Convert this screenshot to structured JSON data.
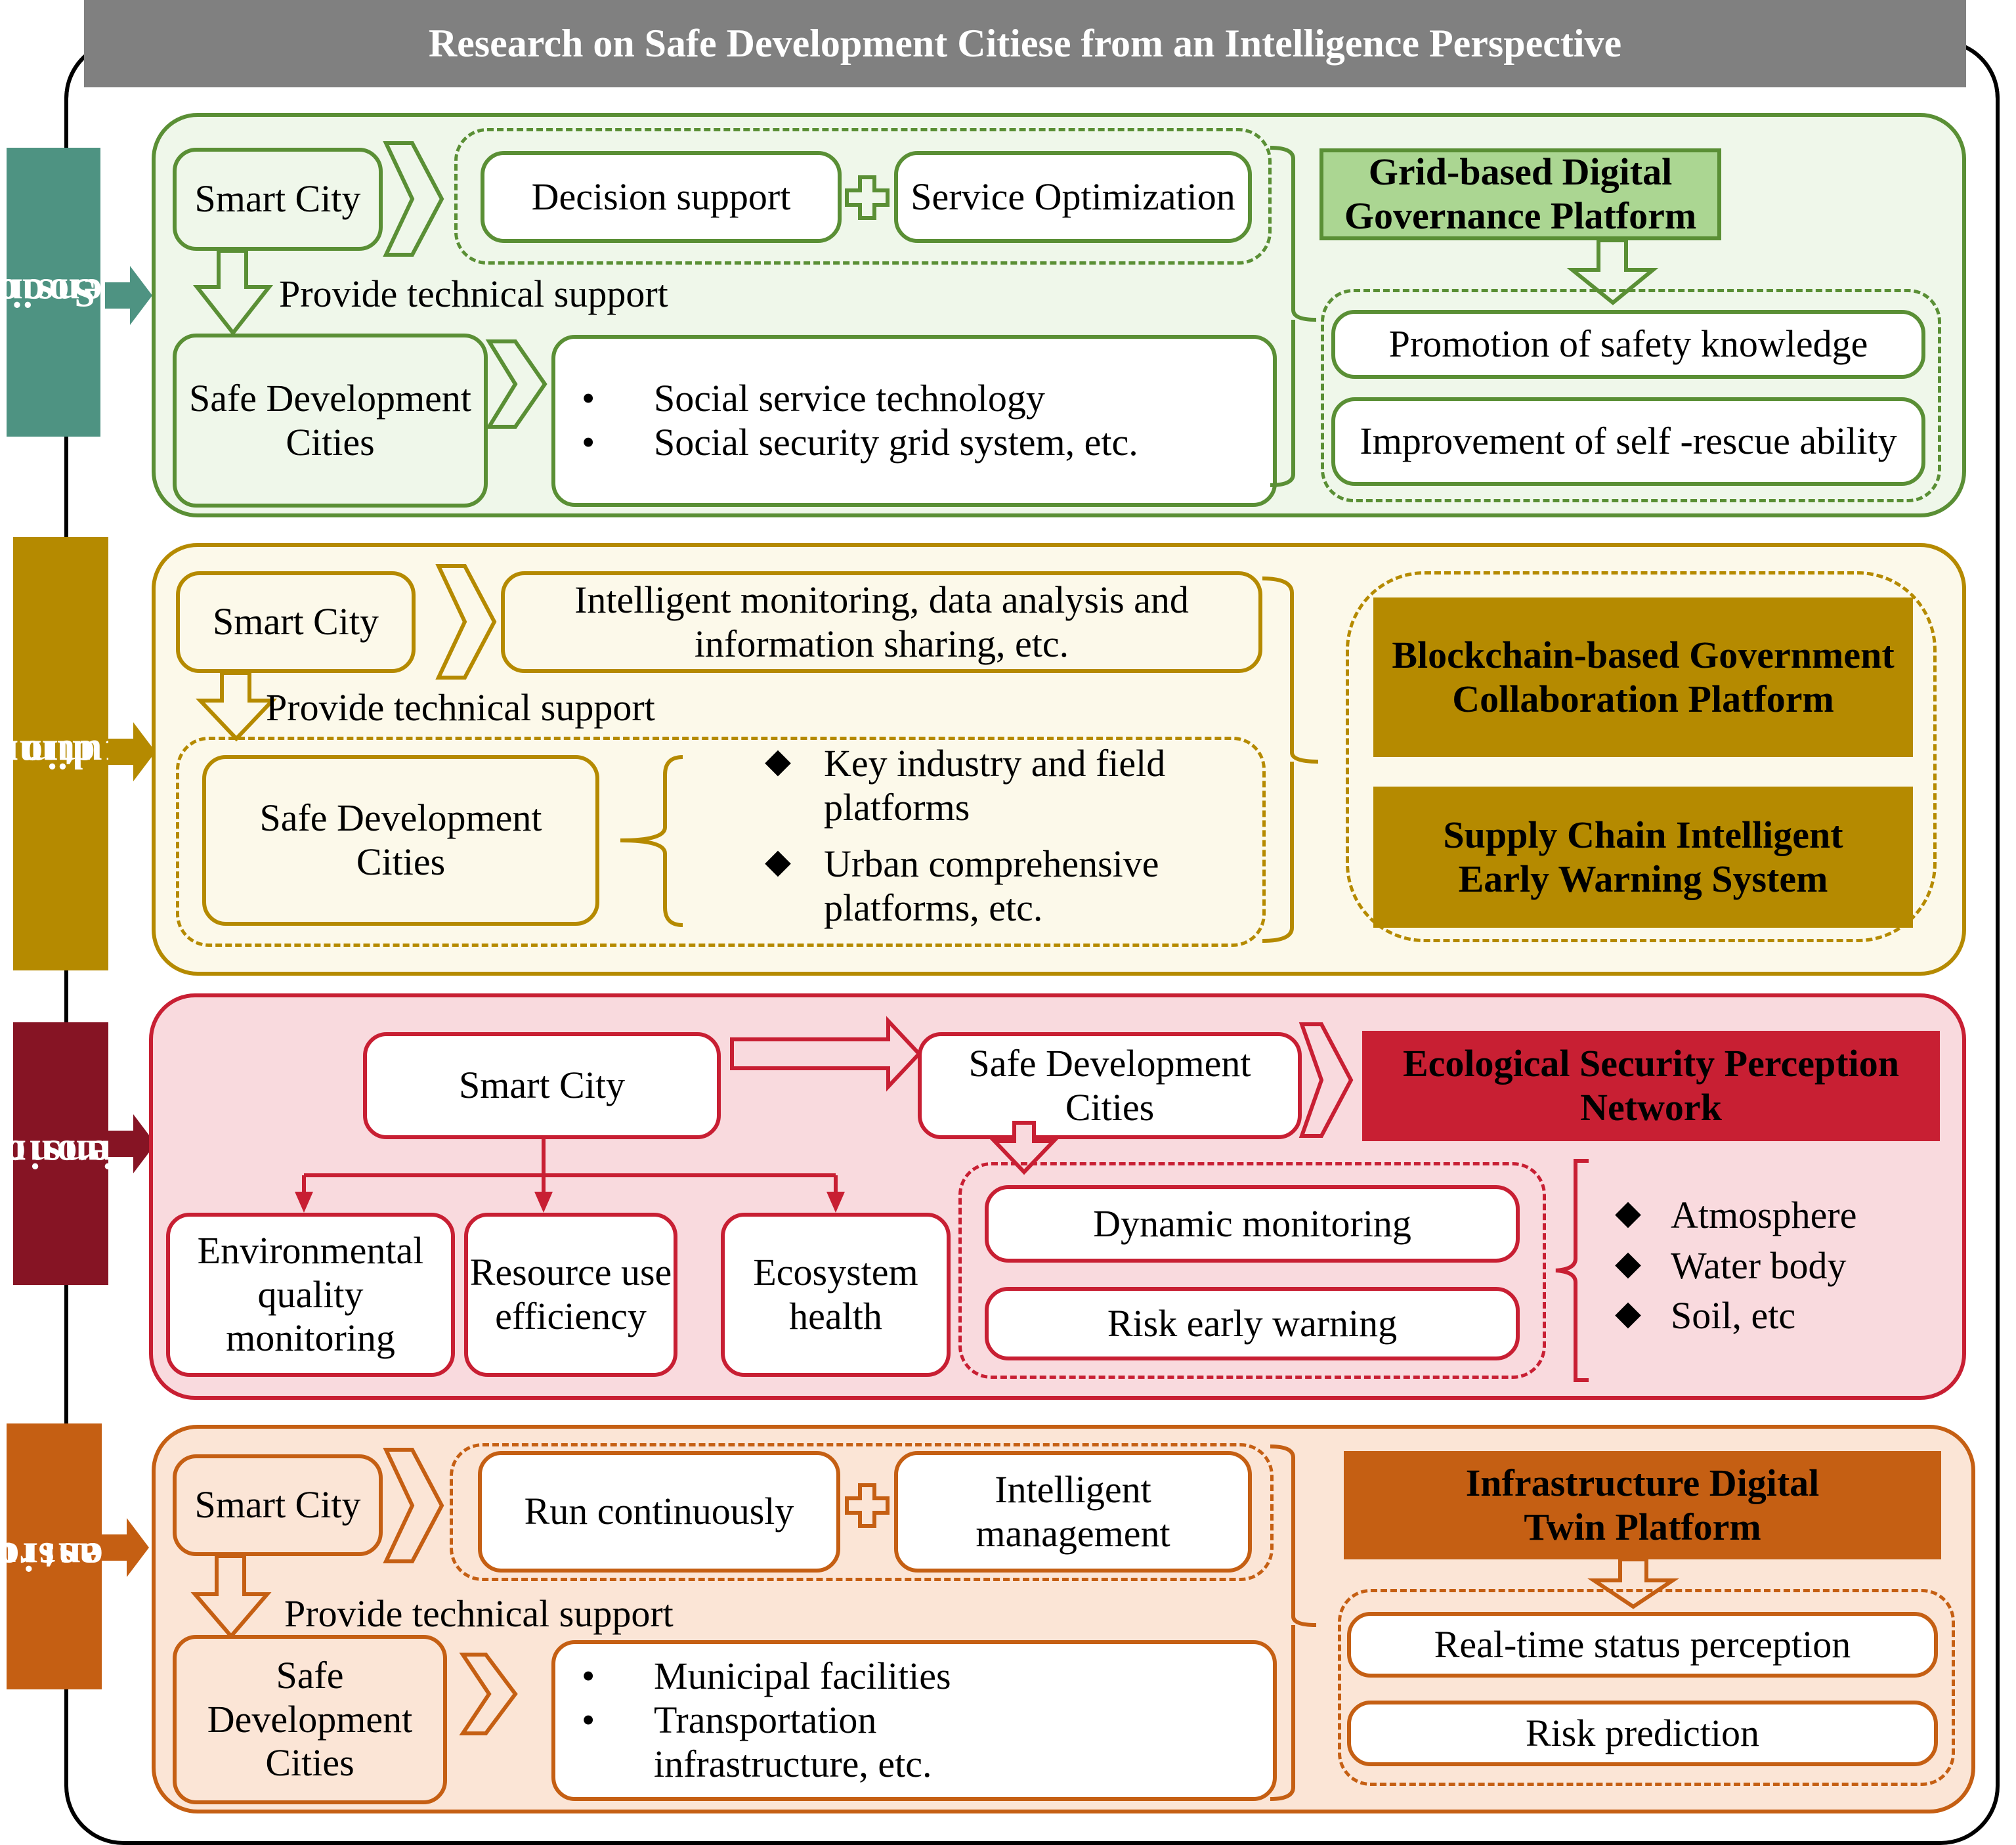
{
  "title": "Research on Safe Development Citiese from an Intelligence Perspective",
  "colors": {
    "banner": "#808080",
    "social": "#5a8f35",
    "social_label": "#4e9382",
    "social_fill": "#eff7ea",
    "social_platform": "#abd692",
    "institutional": "#b58a00",
    "institutional_fill": "#fcf9ea",
    "environmental": "#c81f33",
    "environmental_label": "#861424",
    "environmental_fill": "#f9dade",
    "infrastructure": "#c55f13",
    "infrastructure_fill": "#fbe5d6"
  },
  "social": {
    "label_line1": "Social",
    "label_line2": "dimension",
    "smart_city": "Smart City",
    "decision_support": "Decision support",
    "service_optimization": "Service Optimization",
    "provide_support": "Provide technical support",
    "safe_cities": "Safe Development Cities",
    "bullets": [
      "Social service technology",
      "Social security grid system, etc."
    ],
    "platform": "Grid-based Digital Governance Platform",
    "outcomes": [
      "Promotion of safety knowledge",
      "Improvement of self -rescue ability"
    ]
  },
  "institutional": {
    "label_line1": "Institutional and",
    "label_line2": "economic dimensions",
    "smart_city": "Smart City",
    "capabilities": "Intelligent monitoring, data analysis and information sharing, etc.",
    "provide_support": "Provide technical support",
    "safe_cities": "Safe Development Cities",
    "bullets": [
      "Key industry and field platforms",
      "Urban comprehensive platforms, etc."
    ],
    "platforms": [
      "Blockchain-based Government Collaboration Platform",
      "Supply Chain Intelligent Early Warning System"
    ]
  },
  "environmental": {
    "label_line1": "Environmental",
    "label_line2": "dimension",
    "smart_city": "Smart City",
    "safe_cities": "Safe Development Cities",
    "platform": "Ecological Security Perception Network",
    "children": [
      "Environmental quality monitoring",
      "Resource use efficiency",
      "Ecosystem health"
    ],
    "functions": [
      "Dynamic monitoring",
      "Risk early warning"
    ],
    "bullets": [
      "Atmosphere",
      "Water body",
      "Soil, etc"
    ]
  },
  "infrastructure": {
    "label_line1": "Infrastructure",
    "label_line2": "dimension",
    "smart_city": "Smart City",
    "run_continuously": "Run continuously",
    "intelligent_management": "Intelligent management",
    "provide_support": "Provide technical support",
    "safe_cities": "Safe Development Cities",
    "bullets": [
      "Municipal facilities",
      "Transportation infrastructure, etc."
    ],
    "platform": "Infrastructure Digital Twin Platform",
    "outcomes": [
      "Real-time status perception",
      "Risk prediction"
    ]
  }
}
